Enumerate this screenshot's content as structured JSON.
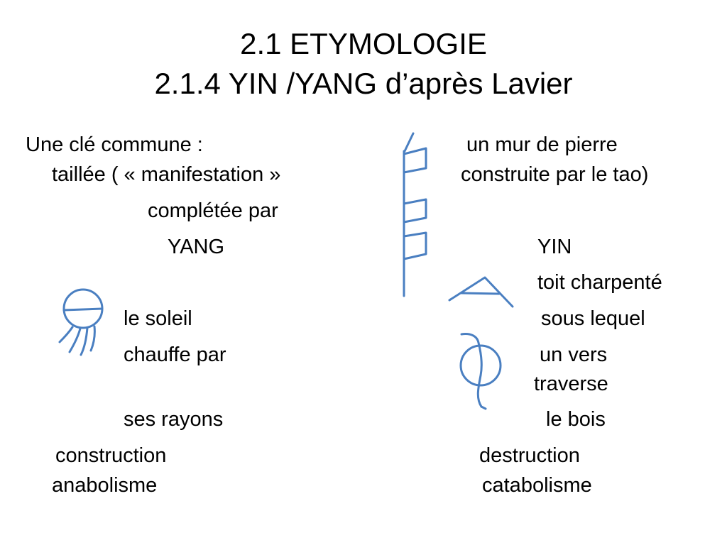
{
  "slide": {
    "title_line1": "2.1 ETYMOLOGIE",
    "title_line2": "2.1.4 YIN /YANG d’après Lavier",
    "left": {
      "line1": "Une clé commune  :",
      "line2": "taillée ( « manifestation »",
      "line3": "complétée par",
      "yang": "YANG",
      "sun": "le soleil",
      "heats": "chauffe par",
      "rays": "ses rayons",
      "construction": "construction",
      "anabolism": "anabolisme"
    },
    "right": {
      "wall": "un mur de pierre",
      "built": "construite par le tao)",
      "yin": "YIN",
      "roof": "toit charpenté",
      "under": "sous lequel",
      "worm": "un vers",
      "crosses": "traverse",
      "wood": "le bois",
      "destruction": "destruction",
      "catabolism": "catabolisme"
    }
  },
  "icons": {
    "stone_wall": "stone-wall-glyph-icon",
    "sun": "sun-with-rays-glyph-icon",
    "roof": "roof-glyph-icon",
    "worm": "worm-through-wood-glyph-icon",
    "stroke_color": "#4a7fc1"
  }
}
